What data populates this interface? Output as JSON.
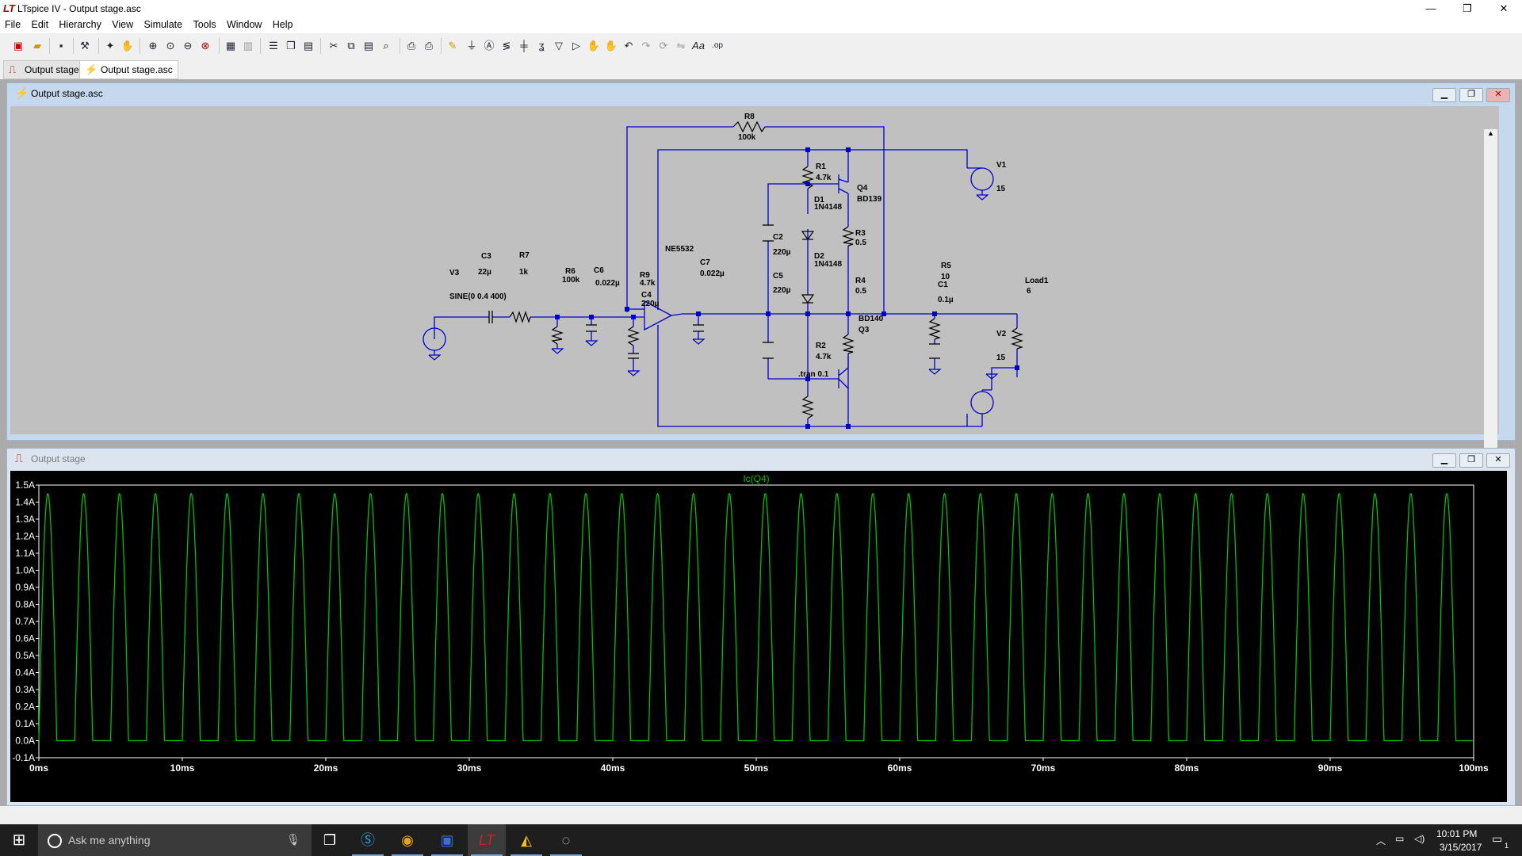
{
  "window": {
    "app_icon": "LT",
    "title": "LTspice IV - Output stage.asc",
    "minimize": "—",
    "maximize": "❐",
    "close": "✕"
  },
  "menu": [
    "File",
    "Edit",
    "Hierarchy",
    "View",
    "Simulate",
    "Tools",
    "Window",
    "Help"
  ],
  "tabs": [
    {
      "label": "Output stage",
      "icon": "waveform-icon"
    },
    {
      "label": "Output stage.asc",
      "icon": "schematic-icon"
    }
  ],
  "schematic_window": {
    "title": "Output stage.asc",
    "components": {
      "R8": {
        "name": "R8",
        "value": "100k"
      },
      "R1": {
        "name": "R1",
        "value": "4.7k"
      },
      "Q4": {
        "name": "Q4",
        "value": "BD139"
      },
      "V1": {
        "name": "V1",
        "value": "15"
      },
      "D1": {
        "name": "D1",
        "value": "1N4148"
      },
      "C2": {
        "name": "C2",
        "value": "220µ"
      },
      "R3": {
        "name": "R3",
        "value": "0.5"
      },
      "NE": {
        "name": "NE5532"
      },
      "C3": {
        "name": "C3",
        "value": "22µ"
      },
      "R7": {
        "name": "R7",
        "value": "1k"
      },
      "V3": {
        "name": "V3",
        "value": "SINE(0 0.4 400)"
      },
      "R6": {
        "name": "R6",
        "value": "100k"
      },
      "C6": {
        "name": "C6",
        "value": "0.022µ"
      },
      "R9": {
        "name": "R9",
        "value": "4.7k"
      },
      "C4": {
        "name": "C4",
        "value": "220µ"
      },
      "C7": {
        "name": "C7",
        "value": "0.022µ"
      },
      "D2": {
        "name": "D2",
        "value": "1N4148"
      },
      "C5": {
        "name": "C5",
        "value": "220µ"
      },
      "R4": {
        "name": "R4",
        "value": "0.5"
      },
      "R5": {
        "name": "R5",
        "value": "10"
      },
      "C1": {
        "name": "C1",
        "value": "0.1µ"
      },
      "Load1": {
        "name": "Load1",
        "value": "6"
      },
      "Q3": {
        "name": "Q3",
        "value": "BD140"
      },
      "V2": {
        "name": "V2",
        "value": "15"
      },
      "R2": {
        "name": "R2",
        "value": "4.7k"
      }
    },
    "directive": ".tran 0.1"
  },
  "plot_window": {
    "title": "Output stage",
    "trace_label": "Ic(Q4)",
    "trace_color": "#00c000"
  },
  "chart_data": {
    "type": "line",
    "title": "Ic(Q4)",
    "xlabel": "",
    "ylabel": "",
    "xlim": [
      0,
      100
    ],
    "ylim": [
      -0.1,
      1.5
    ],
    "x_ticks": [
      "0ms",
      "10ms",
      "20ms",
      "30ms",
      "40ms",
      "50ms",
      "60ms",
      "70ms",
      "80ms",
      "90ms",
      "100ms"
    ],
    "y_ticks": [
      "1.5A",
      "1.4A",
      "1.3A",
      "1.2A",
      "1.1A",
      "1.0A",
      "0.9A",
      "0.8A",
      "0.7A",
      "0.6A",
      "0.5A",
      "0.4A",
      "0.3A",
      "0.2A",
      "0.1A",
      "0.0A",
      "-0.1A"
    ],
    "series": [
      {
        "name": "Ic(Q4)",
        "color": "#00c000",
        "frequency_hz": 400,
        "peak_a": 1.45,
        "baseline_a": 0.0,
        "x_units": "ms",
        "period_ms": 2.5
      }
    ],
    "grid": false
  },
  "taskbar": {
    "search_placeholder": "Ask me anything",
    "time": "10:01 PM",
    "date": "3/15/2017",
    "notification_count": "1"
  }
}
